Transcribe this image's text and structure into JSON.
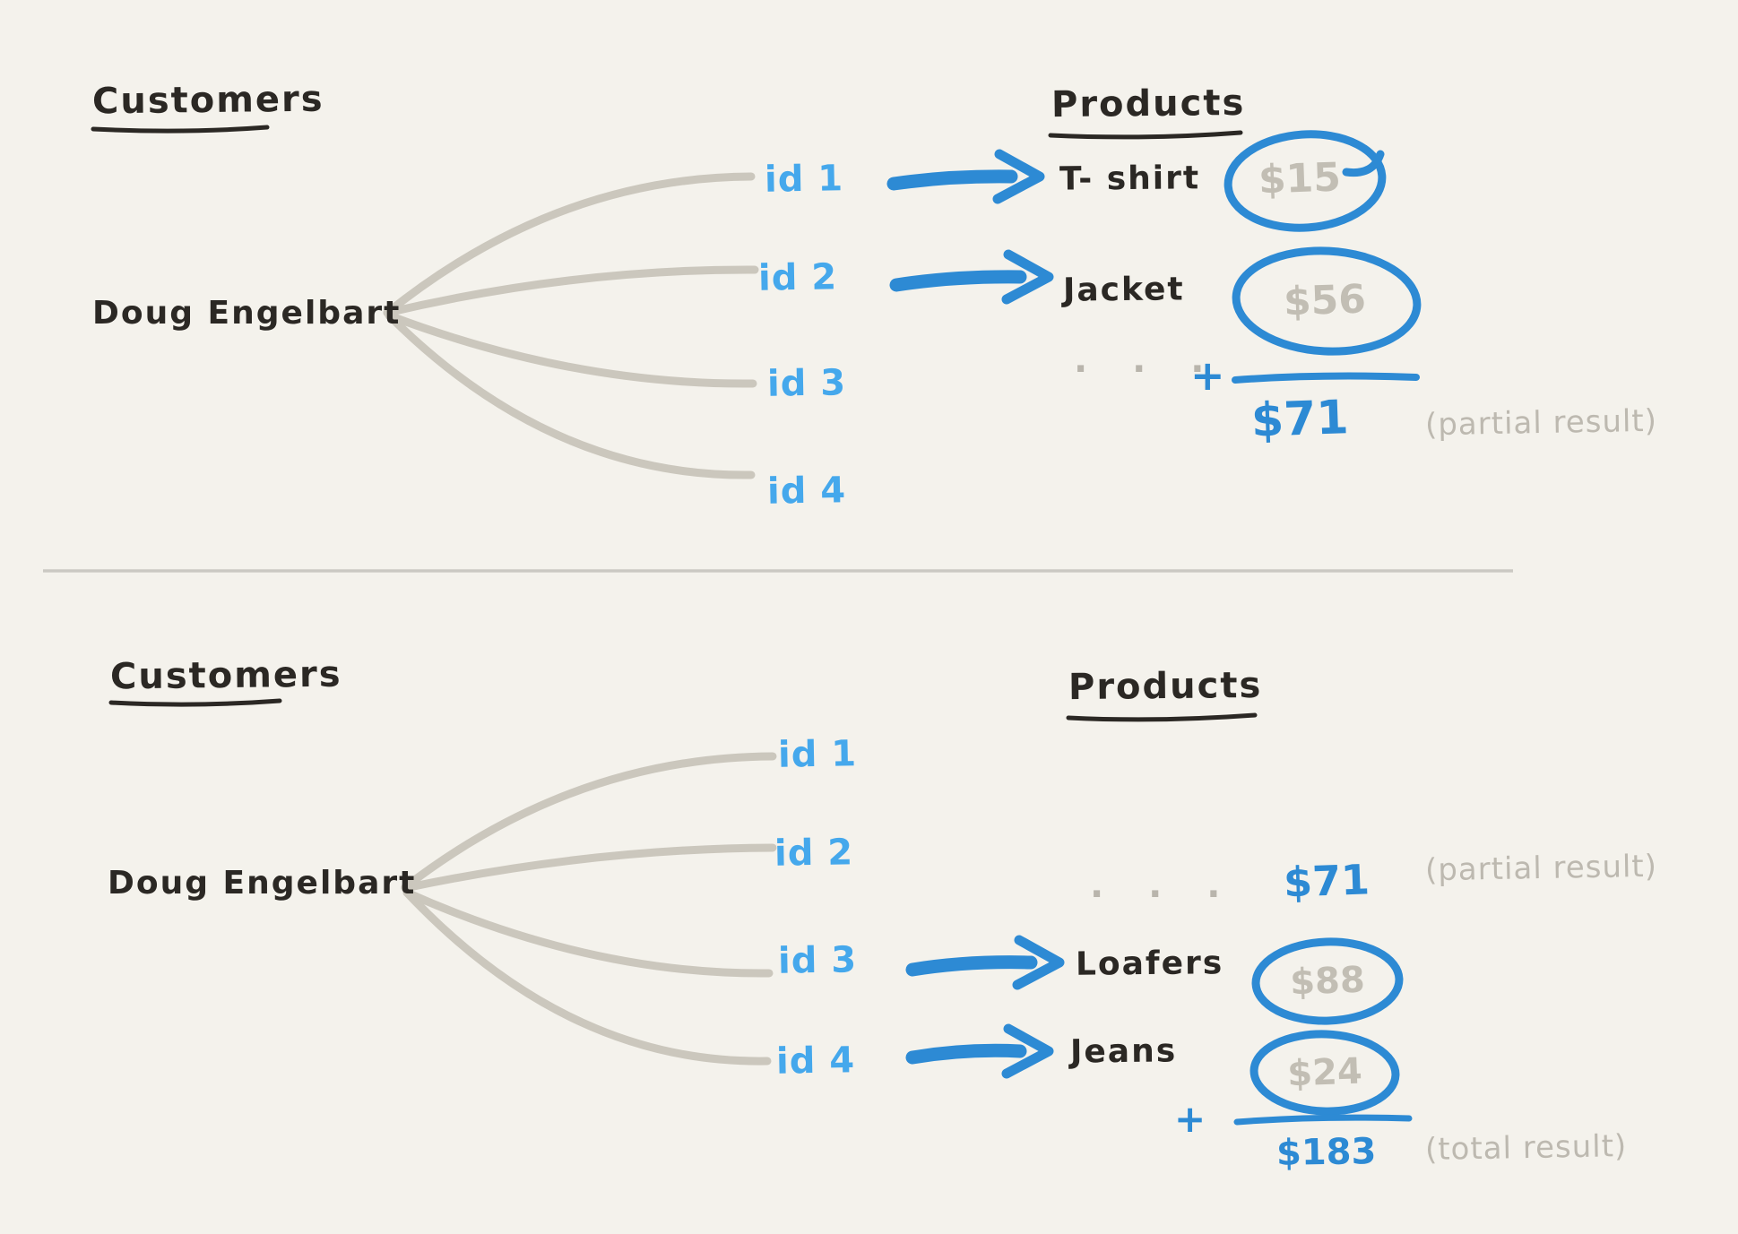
{
  "colors": {
    "background": "#f4f2ec",
    "ink": "#2b2824",
    "id_blue": "#45a8ec",
    "accent_blue": "#2d8ad4",
    "muted_gray": "#c2beb4",
    "fan_line_gray": "#cbc7bd",
    "divider_gray": "#cbc9c3"
  },
  "top_panel": {
    "customers_heading": "Customers",
    "products_heading": "Products",
    "customer_name": "Doug Engelbart",
    "ids": [
      "id 1",
      "id 2",
      "id 3",
      "id 4"
    ],
    "mappings": [
      {
        "id": "id 1",
        "product": "T- shirt",
        "price": "$15"
      },
      {
        "id": "id 2",
        "product": "Jacket",
        "price": "$56"
      }
    ],
    "ellipsis": "· · ·",
    "plus_sign": "+",
    "sum": "$71",
    "annotation": "(partial result)"
  },
  "bottom_panel": {
    "customers_heading": "Customers",
    "products_heading": "Products",
    "customer_name": "Doug Engelbart",
    "ids": [
      "id 1",
      "id 2",
      "id 3",
      "id 4"
    ],
    "carried": {
      "ellipsis": "· · ·",
      "sum": "$71",
      "annotation": "(partial result)"
    },
    "mappings": [
      {
        "id": "id 3",
        "product": "Loafers",
        "price": "$88"
      },
      {
        "id": "id 4",
        "product": "Jeans",
        "price": "$24"
      }
    ],
    "plus_sign": "+",
    "sum": "$183",
    "annotation": "(total result)"
  }
}
